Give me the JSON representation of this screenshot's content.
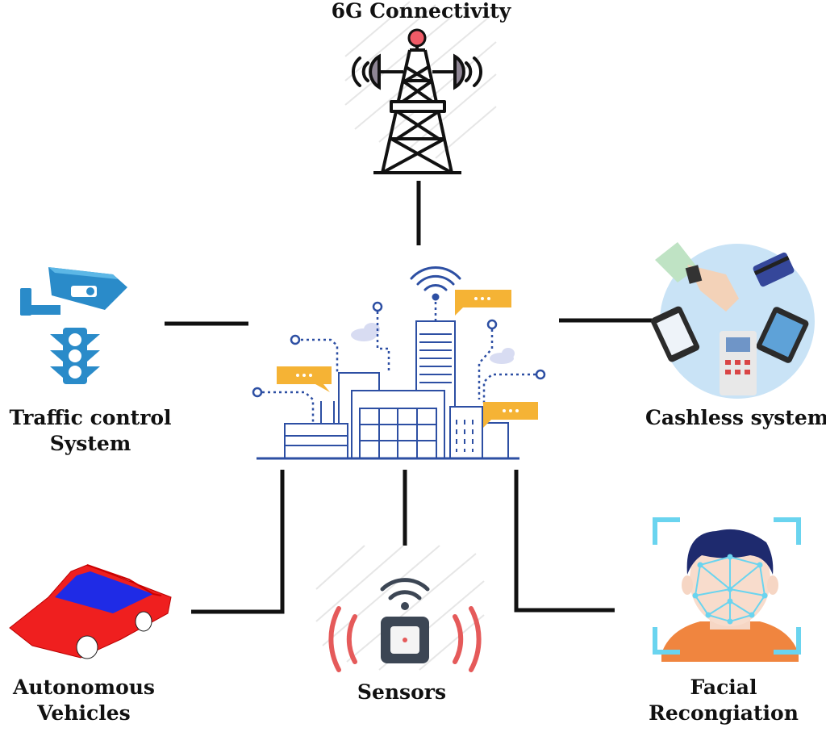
{
  "nodes": {
    "connectivity": {
      "label": "6G Connectivity",
      "icon": "cell-tower-icon"
    },
    "traffic": {
      "lines": [
        "Traffic control",
        "System"
      ],
      "icon": "traffic-camera-icon"
    },
    "cashless": {
      "label": "Cashless system",
      "icon": "payment-devices-icon"
    },
    "vehicles": {
      "lines": [
        "Autonomous",
        "Vehicles"
      ],
      "icon": "car-icon"
    },
    "sensors": {
      "label": "Sensors",
      "icon": "sensor-icon"
    },
    "facial": {
      "lines": [
        "Facial",
        "Recongiation"
      ],
      "icon": "face-scan-icon"
    },
    "hub": {
      "icon": "smart-city-icon"
    }
  },
  "colors": {
    "line": "#111111",
    "city": "#2d4fa3",
    "bubble": "#f5b335",
    "camera": "#2a8bc9",
    "car_red": "#ef1f1f",
    "car_window": "#1f2be6",
    "sensor_ring": "#e55a5a",
    "face_frame": "#6ad4ef"
  }
}
